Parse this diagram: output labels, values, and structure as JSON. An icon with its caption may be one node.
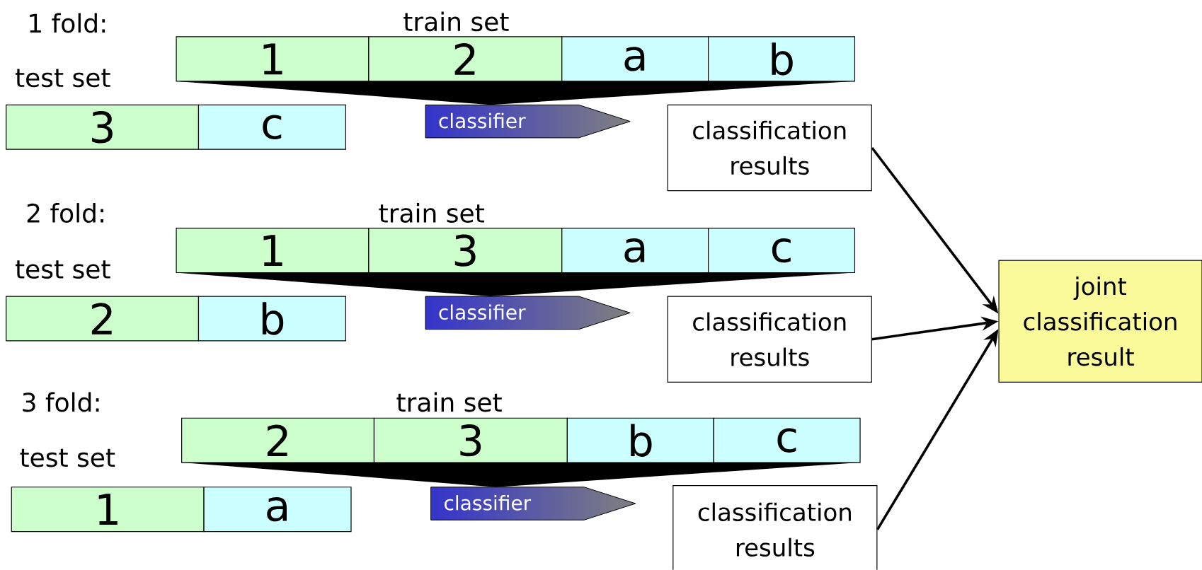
{
  "diagram": {
    "nodes": [
      {
        "text": [
          "1"
        ]
      },
      {
        "text": [
          "2"
        ]
      },
      {
        "text": [
          "a"
        ]
      },
      {
        "text": [
          "b"
        ]
      },
      {
        "text": [
          "3"
        ]
      },
      {
        "text": [
          "c"
        ]
      },
      {
        "text": [
          "classifier"
        ]
      },
      {
        "text": [
          "classification results"
        ]
      },
      {
        "text": [
          "1"
        ]
      },
      {
        "text": [
          "3"
        ]
      },
      {
        "text": [
          "a"
        ]
      },
      {
        "text": [
          "c"
        ]
      },
      {
        "text": [
          "2"
        ]
      },
      {
        "text": [
          "b"
        ]
      },
      {
        "text": [
          "classifier"
        ]
      },
      {
        "text": [
          "classification results"
        ]
      },
      {
        "text": [
          "2"
        ]
      },
      {
        "text": [
          "3"
        ]
      },
      {
        "text": [
          "b"
        ]
      },
      {
        "text": [
          "c"
        ]
      },
      {
        "text": [
          "1"
        ]
      },
      {
        "text": [
          "a"
        ]
      },
      {
        "text": [
          "classifier"
        ]
      },
      {
        "text": [
          "classification results"
        ]
      },
      {
        "text": [
          "joint classification result"
        ]
      }
    ],
    "edges": [
      {
        "from": 7,
        "to": 24,
        "arrow": "to"
      },
      {
        "from": 15,
        "to": 24,
        "arrow": "to"
      },
      {
        "from": 23,
        "to": 24,
        "arrow": "to"
      }
    ],
    "labels": [
      "1 fold:",
      "train set",
      "test set",
      "2 fold:",
      "train set",
      "test set",
      "3 fold:",
      "train set",
      "test set"
    ]
  }
}
